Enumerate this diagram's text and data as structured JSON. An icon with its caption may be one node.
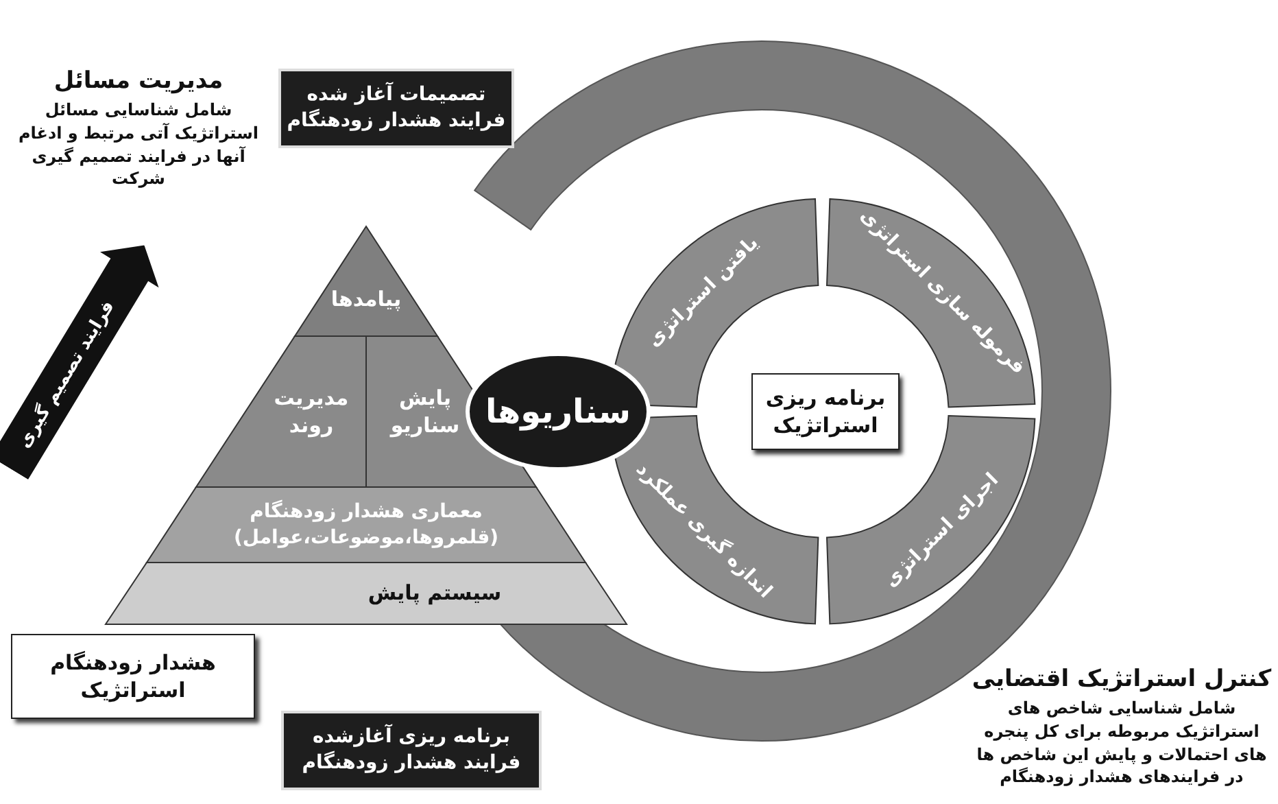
{
  "diagram": {
    "nodes": [
      {
        "text": [
          "پیامدها"
        ]
      },
      {
        "text": [
          "مدیریت روند"
        ]
      },
      {
        "text": [
          "پایش سناریو"
        ]
      },
      {
        "text": [
          "معماری هشدار زودهنگام (قلمروها،موضوعات،عوامل)"
        ]
      },
      {
        "text": [
          "سیستم پایش"
        ]
      },
      {
        "text": [
          "هشدار زودهنگام استراتژیک"
        ]
      },
      {
        "text": [
          "سناریوها"
        ]
      },
      {
        "text": [
          "یافتن استراتژی"
        ]
      },
      {
        "text": [
          "فرموله سازی استراتژی"
        ]
      },
      {
        "text": [
          "اجرای استراتژی"
        ]
      },
      {
        "text": [
          "اندازه گیری عملکرد"
        ]
      },
      {
        "text": [
          "برنامه ریزی استراتژیک"
        ]
      },
      {
        "text": [
          "تصمیمات آغاز شده فرایند هشدار زودهنگام"
        ]
      },
      {
        "text": [
          "برنامه ریزی آغازشده فرایند هشدار زودهنگام"
        ]
      },
      {
        "text": [
          "فرایند تصمیم گیری"
        ]
      }
    ],
    "labels": [
      "مدیریت مسائل",
      "شامل شناسایی مسائل استراتژیک آتی مرتبط و ادغام آنها در فرایند تصمیم گیری شرکت",
      "کنترل استراتژیک اقتضایی",
      "شامل شناسایی شاخص های استراتژیک مربوطه برای کل پنجره های احتمالات و پایش این شاخص ها در فرایندهای هشدار زودهنگام"
    ]
  }
}
